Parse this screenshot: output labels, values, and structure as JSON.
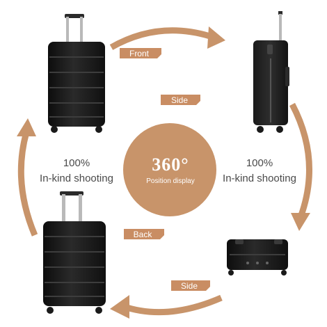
{
  "center": {
    "degrees": "360°",
    "caption": "Position display"
  },
  "tags": {
    "front": "Front",
    "side_top": "Side",
    "back": "Back",
    "side_bottom": "Side"
  },
  "shooting": {
    "left_percent": "100%",
    "left_label": "In-kind shooting",
    "right_percent": "100%",
    "right_label": "In-kind shooting"
  },
  "colors": {
    "accent": "#c8946a",
    "tag": "#c98d63",
    "luggage": "#1e1e1e",
    "text": "#4a4a4a"
  },
  "icons": {
    "front_view": "suitcase-front-icon",
    "side_view": "suitcase-side-icon",
    "back_view": "suitcase-back-icon",
    "bottom_view": "suitcase-bottom-icon"
  }
}
